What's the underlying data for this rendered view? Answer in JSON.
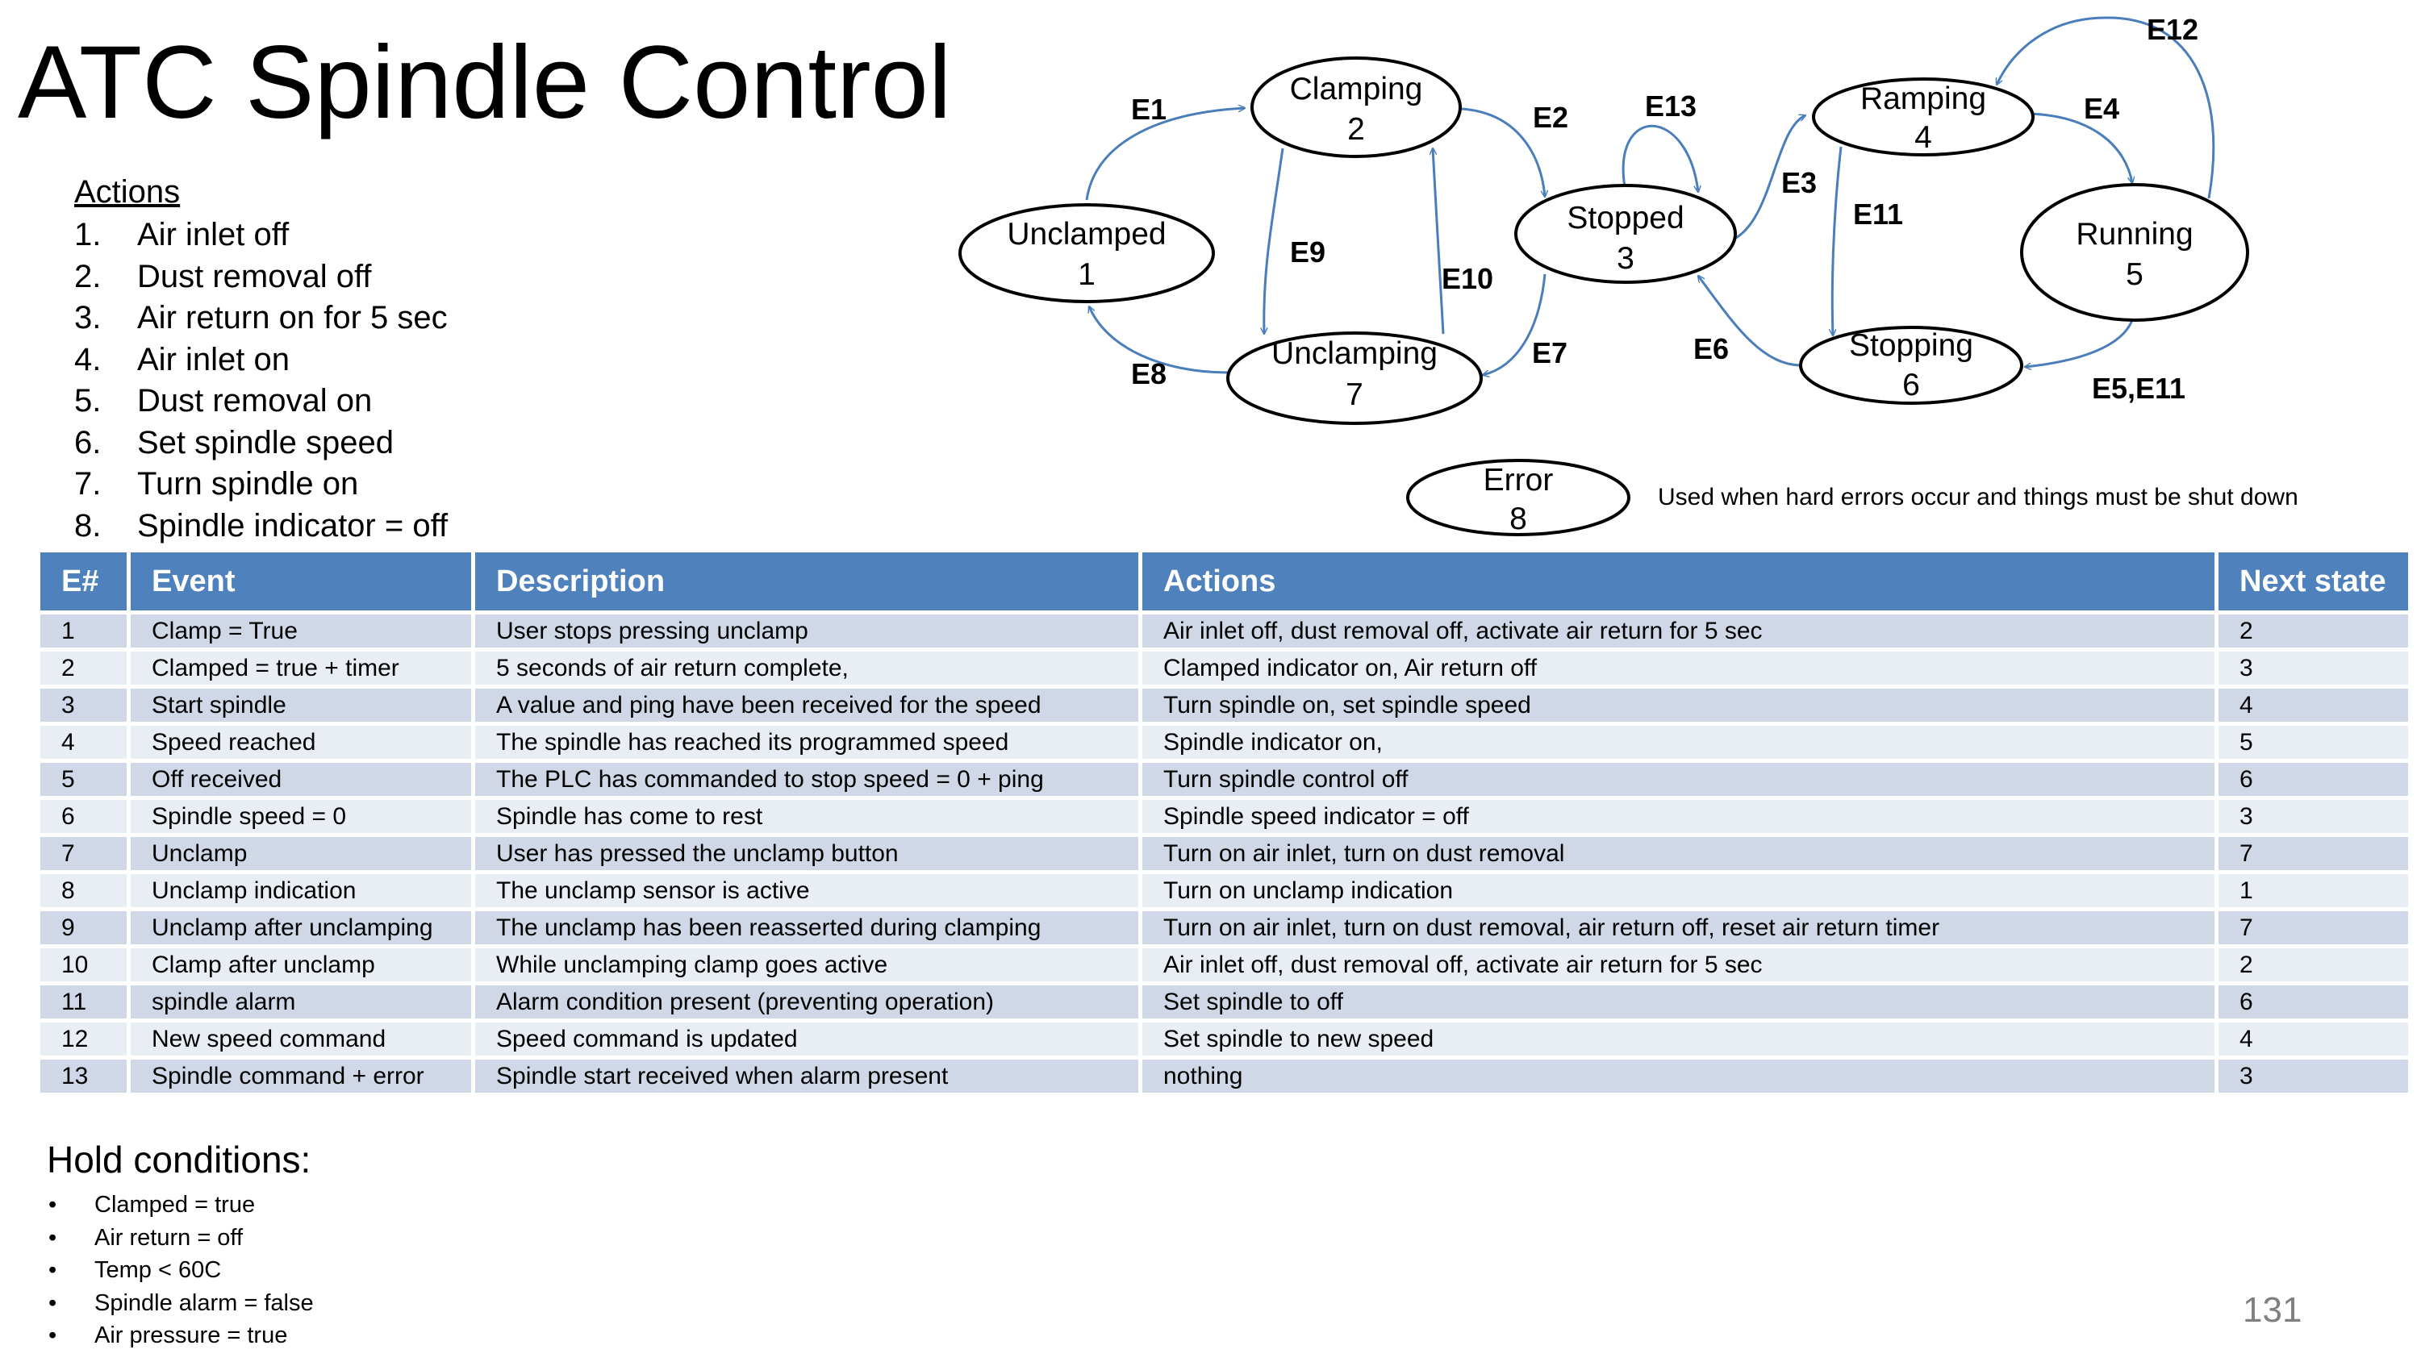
{
  "title": "ATC Spindle Control",
  "actions": {
    "heading": "Actions",
    "items": [
      {
        "num": "1.",
        "text": "Air inlet off"
      },
      {
        "num": "2.",
        "text": "Dust removal off"
      },
      {
        "num": "3.",
        "text": "Air return on for 5 sec"
      },
      {
        "num": "4.",
        "text": "Air inlet on"
      },
      {
        "num": "5.",
        "text": "Dust removal on"
      },
      {
        "num": "6.",
        "text": "Set spindle speed"
      },
      {
        "num": "7.",
        "text": "Turn spindle on"
      },
      {
        "num": "8.",
        "text": "Spindle indicator = off"
      }
    ]
  },
  "diagram": {
    "states": {
      "unclamped": {
        "name": "Unclamped",
        "num": "1"
      },
      "clamping": {
        "name": "Clamping",
        "num": "2"
      },
      "stopped": {
        "name": "Stopped",
        "num": "3"
      },
      "ramping": {
        "name": "Ramping",
        "num": "4"
      },
      "running": {
        "name": "Running",
        "num": "5"
      },
      "stopping": {
        "name": "Stopping",
        "num": "6"
      },
      "unclamping": {
        "name": "Unclamping",
        "num": "7"
      },
      "error": {
        "name": "Error",
        "num": "8"
      }
    },
    "labels": {
      "e1": "E1",
      "e2": "E2",
      "e3": "E3",
      "e4": "E4",
      "e5_e11": "E5,E11",
      "e6": "E6",
      "e7": "E7",
      "e8": "E8",
      "e9": "E9",
      "e10": "E10",
      "e11": "E11",
      "e12": "E12",
      "e13": "E13"
    },
    "edge_color": "#4a7ebb",
    "error_note": "Used when hard errors occur and things must be shut down"
  },
  "table": {
    "headers": {
      "num": "E#",
      "event": "Event",
      "description": "Description",
      "actions": "Actions",
      "next": "Next state"
    },
    "rows": [
      {
        "num": "1",
        "event": "Clamp = True",
        "description": "User stops pressing unclamp",
        "actions": "Air inlet off, dust removal off, activate air return for 5 sec",
        "next": "2"
      },
      {
        "num": "2",
        "event": "Clamped = true + timer",
        "description": "5 seconds of air return complete,",
        "actions": "Clamped indicator on, Air return off",
        "next": "3"
      },
      {
        "num": "3",
        "event": "Start spindle",
        "description": "A value and ping have been received for the speed",
        "actions": "Turn spindle on, set spindle speed",
        "next": "4"
      },
      {
        "num": "4",
        "event": "Speed reached",
        "description": "The spindle has reached its programmed speed",
        "actions": "Spindle indicator on,",
        "next": "5"
      },
      {
        "num": "5",
        "event": "Off received",
        "description": "The PLC has commanded to stop speed = 0 + ping",
        "actions": "Turn spindle control off",
        "next": "6"
      },
      {
        "num": "6",
        "event": "Spindle speed = 0",
        "description": "Spindle has come to rest",
        "actions": "Spindle speed indicator = off",
        "next": "3"
      },
      {
        "num": "7",
        "event": "Unclamp",
        "description": "User has pressed the unclamp button",
        "actions": "Turn on air inlet, turn on dust removal",
        "next": "7"
      },
      {
        "num": "8",
        "event": "Unclamp indication",
        "description": "The unclamp sensor is active",
        "actions": "Turn on unclamp indication",
        "next": "1"
      },
      {
        "num": "9",
        "event": "Unclamp after unclamping",
        "description": "The unclamp has been reasserted during clamping",
        "actions": "Turn on air inlet, turn on dust removal, air return off, reset air return timer",
        "next": "7"
      },
      {
        "num": "10",
        "event": "Clamp after unclamp",
        "description": "While unclamping clamp goes active",
        "actions": "Air inlet off, dust removal off, activate air return for 5 sec",
        "next": "2"
      },
      {
        "num": "11",
        "event": "spindle alarm",
        "description": "Alarm condition present (preventing operation)",
        "actions": "Set spindle to off",
        "next": "6"
      },
      {
        "num": "12",
        "event": "New speed command",
        "description": "Speed command is updated",
        "actions": "Set spindle to new speed",
        "next": "4"
      },
      {
        "num": "13",
        "event": "Spindle command + error",
        "description": "Spindle start received when alarm present",
        "actions": "nothing",
        "next": "3"
      }
    ]
  },
  "hold": {
    "heading": "Hold conditions:",
    "bullet": "•",
    "items": [
      "Clamped = true",
      "Air return = off",
      "Temp < 60C",
      "Spindle alarm = false",
      "Air pressure = true"
    ]
  },
  "page_number": "131"
}
